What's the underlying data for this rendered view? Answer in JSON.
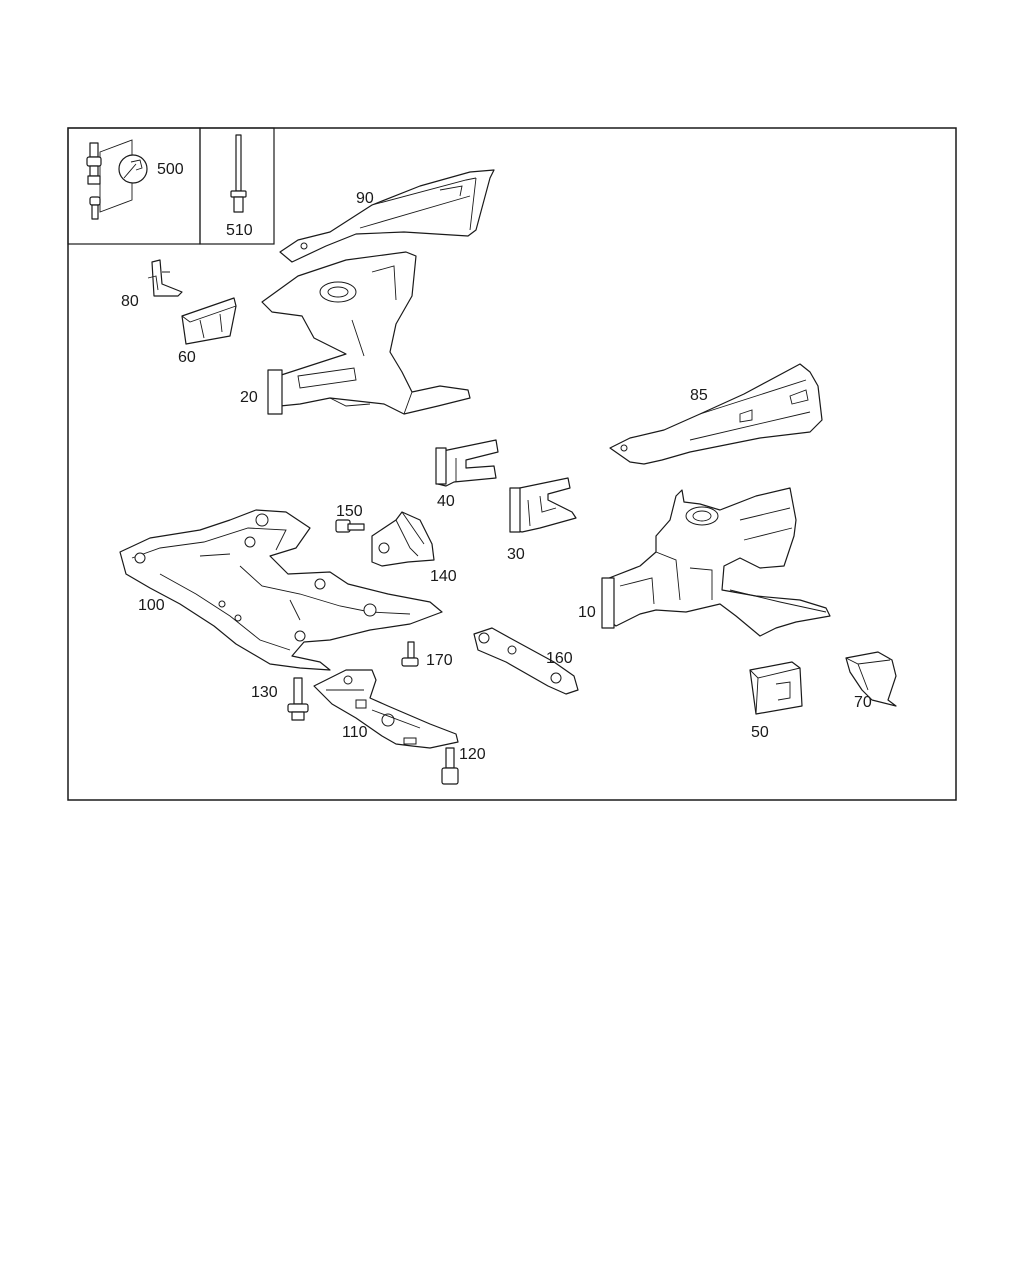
{
  "diagram": {
    "colors": {
      "line": "#1a1a1a",
      "background": "#ffffff",
      "accent_line": "#2a2a8c"
    },
    "callouts": {
      "c500": "500",
      "c510": "510",
      "c90": "90",
      "c80": "80",
      "c60": "60",
      "c20": "20",
      "c85": "85",
      "c40": "40",
      "c150": "150",
      "c30": "30",
      "c140": "140",
      "c100": "100",
      "c10": "10",
      "c170": "170",
      "c160": "160",
      "c130": "130",
      "c70": "70",
      "c110": "110",
      "c50": "50",
      "c120": "120"
    },
    "icons": {
      "wrench": "wrench-icon",
      "bolt": "bolt-icon"
    }
  }
}
